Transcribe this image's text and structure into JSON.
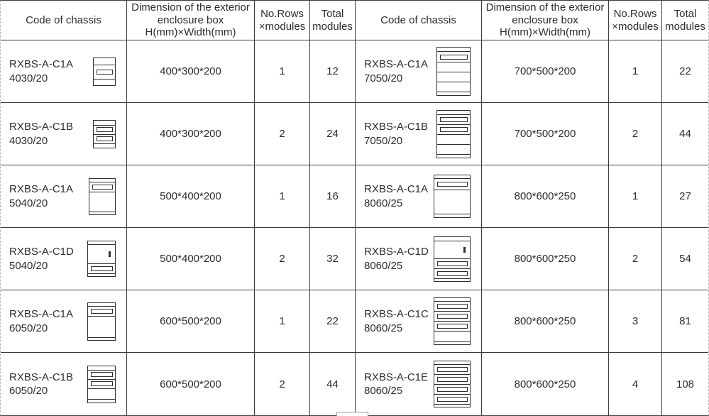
{
  "table": {
    "header_cols": [
      {
        "title": "Code of chassis"
      },
      {
        "title": "Dimension of the exterior\nenclosure box\nH(mm)×Width(mm)"
      },
      {
        "title": "No.Rows\n×modules"
      },
      {
        "title": "Total\nmodules"
      }
    ],
    "rows": [
      {
        "left": {
          "code": "RXBS-A-C1A\n4030/20",
          "dimension": "400*300*200",
          "rows": "1",
          "total": "12",
          "icon": {
            "name": "enclosure-box-1row-icon",
            "w": 30,
            "segments": [
              [
                "gap",
                9
              ],
              [
                "strip",
                20
              ],
              [
                "gap",
                9
              ]
            ]
          }
        },
        "right": {
          "code": "RXBS-A-C1A\n7050/20",
          "dimension": "700*500*200",
          "rows": "1",
          "total": "22",
          "icon": {
            "name": "enclosure-box-1row-icon",
            "w": 46,
            "segments": [
              [
                "gap",
                5
              ],
              [
                "strip",
                15
              ],
              [
                "gap",
                14
              ],
              [
                "gap",
                14
              ],
              [
                "gap",
                14
              ],
              [
                "gap",
                5
              ]
            ]
          }
        }
      },
      {
        "left": {
          "code": "RXBS-A-C1B\n4030/20",
          "dimension": "400*300*200",
          "rows": "2",
          "total": "24",
          "icon": {
            "name": "enclosure-box-2row-icon",
            "w": 30,
            "segments": [
              [
                "gap",
                6
              ],
              [
                "strip",
                13
              ],
              [
                "strip",
                13
              ],
              [
                "gap",
                6
              ]
            ]
          }
        },
        "right": {
          "code": "RXBS-A-C1B\n7050/20",
          "dimension": "700*500*200",
          "rows": "2",
          "total": "44",
          "icon": {
            "name": "enclosure-box-2row-icon",
            "w": 46,
            "segments": [
              [
                "gap",
                5
              ],
              [
                "strip",
                14
              ],
              [
                "strip",
                14
              ],
              [
                "gap",
                14
              ],
              [
                "gap",
                14
              ],
              [
                "gap",
                5
              ]
            ]
          }
        }
      },
      {
        "left": {
          "code": "RXBS-A-C1A\n5040/20",
          "dimension": "500*400*200",
          "rows": "1",
          "total": "16",
          "icon": {
            "name": "enclosure-box-1row-icon",
            "w": 36,
            "segments": [
              [
                "gap",
                4
              ],
              [
                "strip",
                14
              ],
              [
                "gap",
                28
              ],
              [
                "gap",
                4
              ]
            ]
          }
        },
        "right": {
          "code": "RXBS-A-C1A\n8060/25",
          "dimension": "800*600*250",
          "rows": "1",
          "total": "27",
          "icon": {
            "name": "enclosure-box-1row-icon",
            "w": 50,
            "segments": [
              [
                "gap",
                4
              ],
              [
                "strip",
                16
              ],
              [
                "gap",
                34
              ],
              [
                "gap",
                5
              ]
            ]
          }
        }
      },
      {
        "left": {
          "code": "RXBS-A-C1D\n5040/20",
          "dimension": "500*400*200",
          "rows": "2",
          "total": "32",
          "icon": {
            "name": "enclosure-box-door-icon",
            "w": 38,
            "segments": [
              [
                "gap",
                4
              ],
              [
                "door",
                27
              ],
              [
                "strip",
                14
              ],
              [
                "gap",
                4
              ]
            ]
          }
        },
        "right": {
          "code": "RXBS-A-C1D\n8060/25",
          "dimension": "800*600*250",
          "rows": "2",
          "total": "54",
          "icon": {
            "name": "enclosure-box-door-icon",
            "w": 50,
            "segments": [
              [
                "gap",
                5
              ],
              [
                "door",
                25
              ],
              [
                "strip",
                14
              ],
              [
                "strip",
                14
              ],
              [
                "gap",
                4
              ]
            ]
          }
        }
      },
      {
        "left": {
          "code": "RXBS-A-C1A\n6050/20",
          "dimension": "600*500*200",
          "rows": "1",
          "total": "22",
          "icon": {
            "name": "enclosure-box-1row-icon",
            "w": 38,
            "segments": [
              [
                "gap",
                4
              ],
              [
                "strip",
                14
              ],
              [
                "gap",
                30
              ],
              [
                "gap",
                4
              ]
            ]
          }
        },
        "right": {
          "code": "RXBS-A-C1C\n8060/25",
          "dimension": "800*600*250",
          "rows": "3",
          "total": "81",
          "icon": {
            "name": "enclosure-box-3row-icon",
            "w": 50,
            "segments": [
              [
                "gap",
                4
              ],
              [
                "strip",
                14
              ],
              [
                "strip",
                14
              ],
              [
                "strip",
                14
              ],
              [
                "gap",
                15
              ],
              [
                "gap",
                4
              ]
            ]
          }
        }
      },
      {
        "left": {
          "code": "RXBS-A-C1B\n6050/20",
          "dimension": "600*500*200",
          "rows": "2",
          "total": "44",
          "icon": {
            "name": "enclosure-box-2row-icon",
            "w": 38,
            "segments": [
              [
                "gap",
                5
              ],
              [
                "strip",
                13
              ],
              [
                "strip",
                13
              ],
              [
                "gap",
                15
              ],
              [
                "gap",
                5
              ]
            ]
          }
        },
        "right": {
          "code": "RXBS-A-C1E\n8060/25",
          "dimension": "800*600*250",
          "rows": "4",
          "total": "108",
          "icon": {
            "name": "enclosure-box-4row-icon",
            "w": 50,
            "segments": [
              [
                "gap",
                4
              ],
              [
                "strip",
                14
              ],
              [
                "strip",
                14
              ],
              [
                "strip",
                14
              ],
              [
                "strip",
                14
              ],
              [
                "gap",
                4
              ]
            ]
          }
        }
      }
    ]
  },
  "colors": {
    "border": "#3b3b3b",
    "text": "#2d2d2d",
    "outer_dashed": "#b5b5b5"
  }
}
